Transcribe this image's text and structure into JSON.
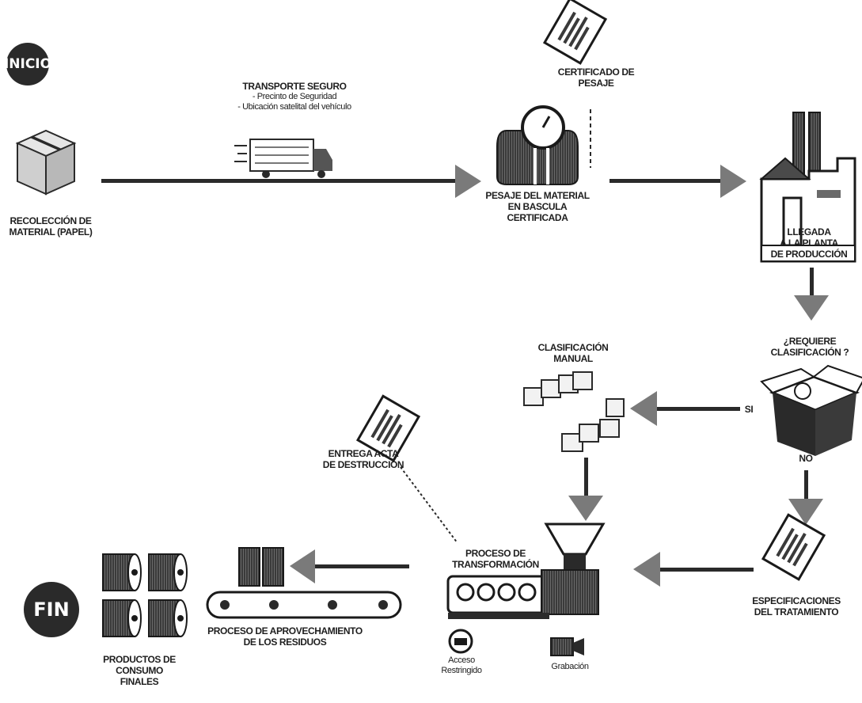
{
  "start": {
    "label": "INICIO"
  },
  "end": {
    "label": "FIN"
  },
  "nodes": {
    "collection": [
      "RECOLECCIÓN DE",
      "MATERIAL (PAPEL)"
    ],
    "transport": {
      "title": "TRANSPORTE SEGURO",
      "lines": [
        "- Precinto de Seguridad",
        "- Ubicación satelital del vehículo"
      ]
    },
    "weighing": [
      "PESAJE DEL MATERIAL",
      "EN BASCULA",
      "CERTIFICADA"
    ],
    "certificate": [
      "CERTIFICADO DE",
      "PESAJE"
    ],
    "arrival": [
      "LLEGADA",
      "A LA PLANTA",
      "DE PRODUCCIÓN"
    ],
    "decision": [
      "¿REQUIERE",
      "CLASIFICACIÓN ?"
    ],
    "yes_label": "SI",
    "no_label": "NO",
    "manual_sort": [
      "CLASIFICACIÓN",
      "MANUAL"
    ],
    "specifications": [
      "ESPECIFICACIONES",
      "DEL TRATAMIENTO"
    ],
    "transformation": [
      "PROCESO DE",
      "TRANSFORMACIÓN"
    ],
    "destruction_act": [
      "ENTREGA ACTA",
      "DE DESTRUCCIÓN"
    ],
    "waste_use": [
      "PROCESO DE APROVECHAMIENTO",
      "DE LOS RESIDUOS"
    ],
    "final_products": [
      "PRODUCTOS DE",
      "CONSUMO",
      "FINALES"
    ],
    "restricted_access": [
      "Acceso",
      "Restringido"
    ],
    "recording": "Grabación"
  },
  "colors": {
    "ink": "#2a2a2a",
    "gray": "#8a8a8a",
    "light": "#d9d9d9"
  },
  "icons": {
    "box": "cardboard-box-icon",
    "truck": "delivery-truck-icon",
    "scale": "weighing-scale-icon",
    "document": "document-icon",
    "factory": "factory-icon",
    "open_box": "open-box-icon",
    "boxes": "stacked-boxes-icon",
    "machine": "extruder-machine-icon",
    "conveyor": "conveyor-belt-icon",
    "rolls": "paper-roll-icon",
    "lock": "lock-badge-icon",
    "camera": "video-camera-icon"
  }
}
